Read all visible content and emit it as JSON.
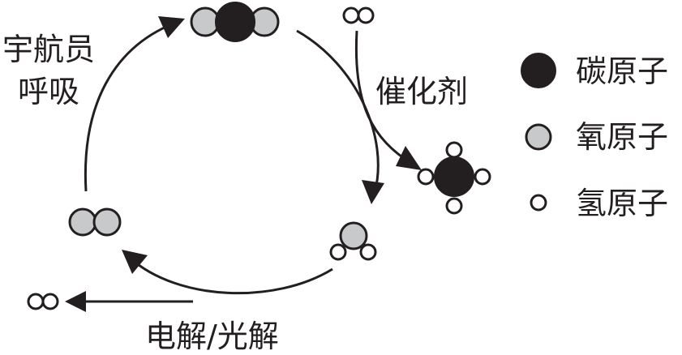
{
  "cycle": {
    "astronaut_breathing": [
      "宇航员",
      "呼吸"
    ],
    "catalyst": "催化剂",
    "electrolysis_photolysis": "电解/光解"
  },
  "legend": {
    "carbon": "碳原子",
    "oxygen": "氧原子",
    "hydrogen": "氢原子"
  },
  "colors": {
    "carbon_atom": "#231f20",
    "oxygen_atom": "#c8c9ca",
    "hydrogen_atom": "#ffffff",
    "ink": "#231f20"
  }
}
